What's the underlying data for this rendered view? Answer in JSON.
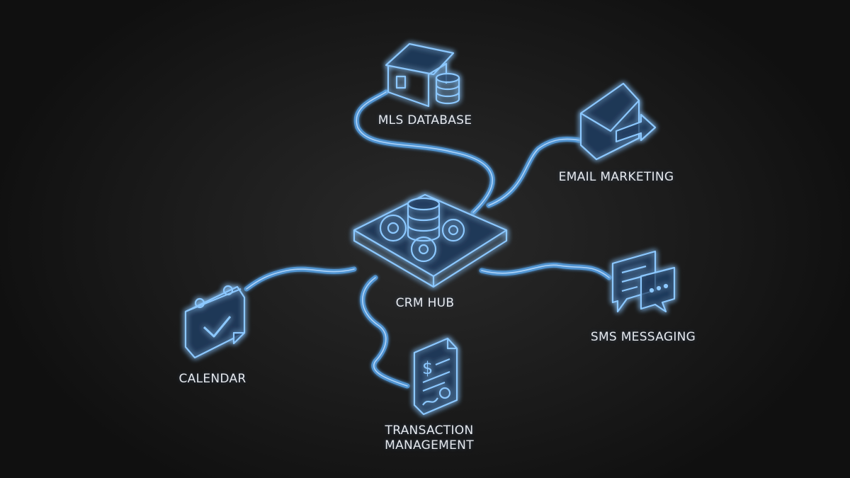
{
  "diagram": {
    "hub": {
      "label": "CRM HUB",
      "icon": "database-gears-icon"
    },
    "nodes": [
      {
        "id": "mls",
        "label": "MLS DATABASE",
        "icon": "house-database-icon"
      },
      {
        "id": "email",
        "label": "EMAIL MARKETING",
        "icon": "envelope-arrow-icon"
      },
      {
        "id": "sms",
        "label": "SMS MESSAGING",
        "icon": "chat-bubbles-icon"
      },
      {
        "id": "transaction",
        "label_line1": "TRANSACTION",
        "label_line2": "MANAGEMENT",
        "icon": "document-dollar-icon"
      },
      {
        "id": "calendar",
        "label": "CALENDAR",
        "icon": "calendar-check-icon"
      }
    ]
  },
  "colors": {
    "background": "#1c1c1c",
    "glow": "#4da3ff",
    "stroke": "#8cc8ff",
    "text": "#e6e9ee"
  }
}
